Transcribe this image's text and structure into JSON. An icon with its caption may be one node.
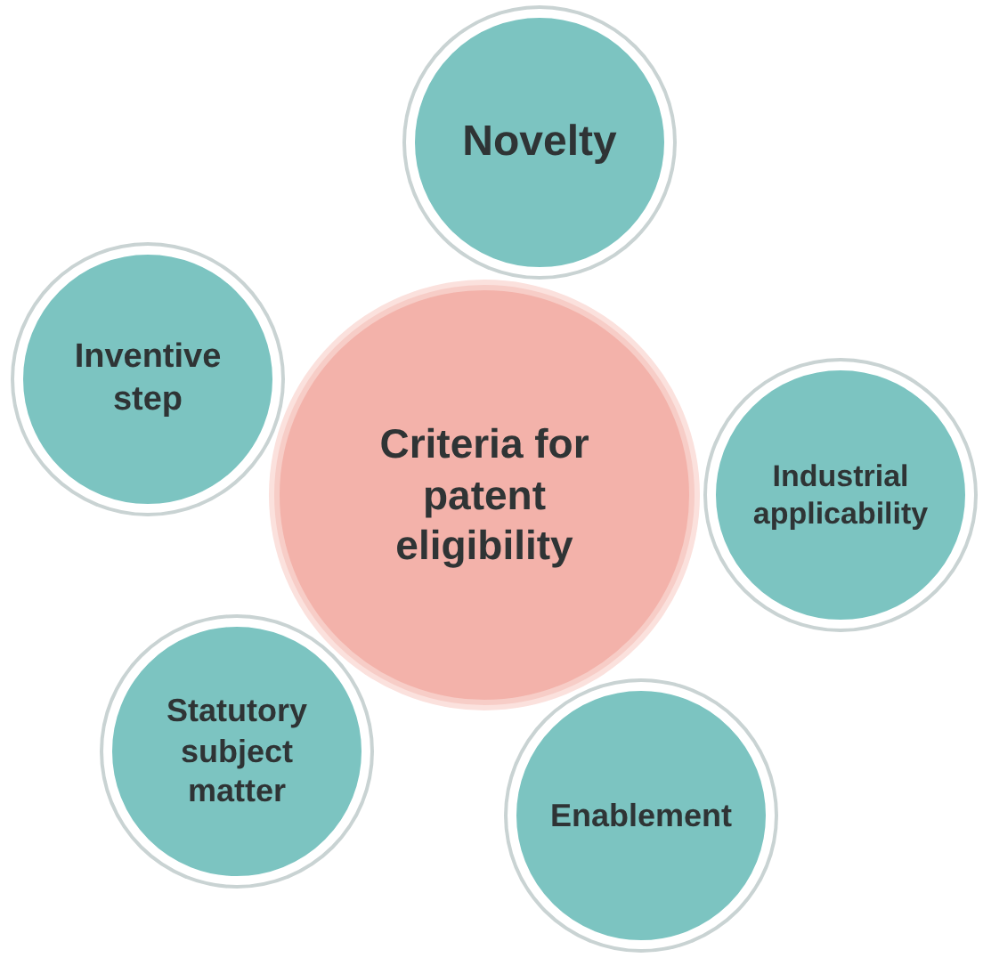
{
  "diagram": {
    "nodes": [
      {
        "text": [
          "Criteria for patent eligibility"
        ]
      },
      {
        "text": [
          "Novelty"
        ]
      },
      {
        "text": [
          "Inventive step"
        ]
      },
      {
        "text": [
          "Industrial applicability"
        ]
      },
      {
        "text": [
          "Statutory subject matter"
        ]
      },
      {
        "text": [
          "Enablement"
        ]
      }
    ]
  }
}
